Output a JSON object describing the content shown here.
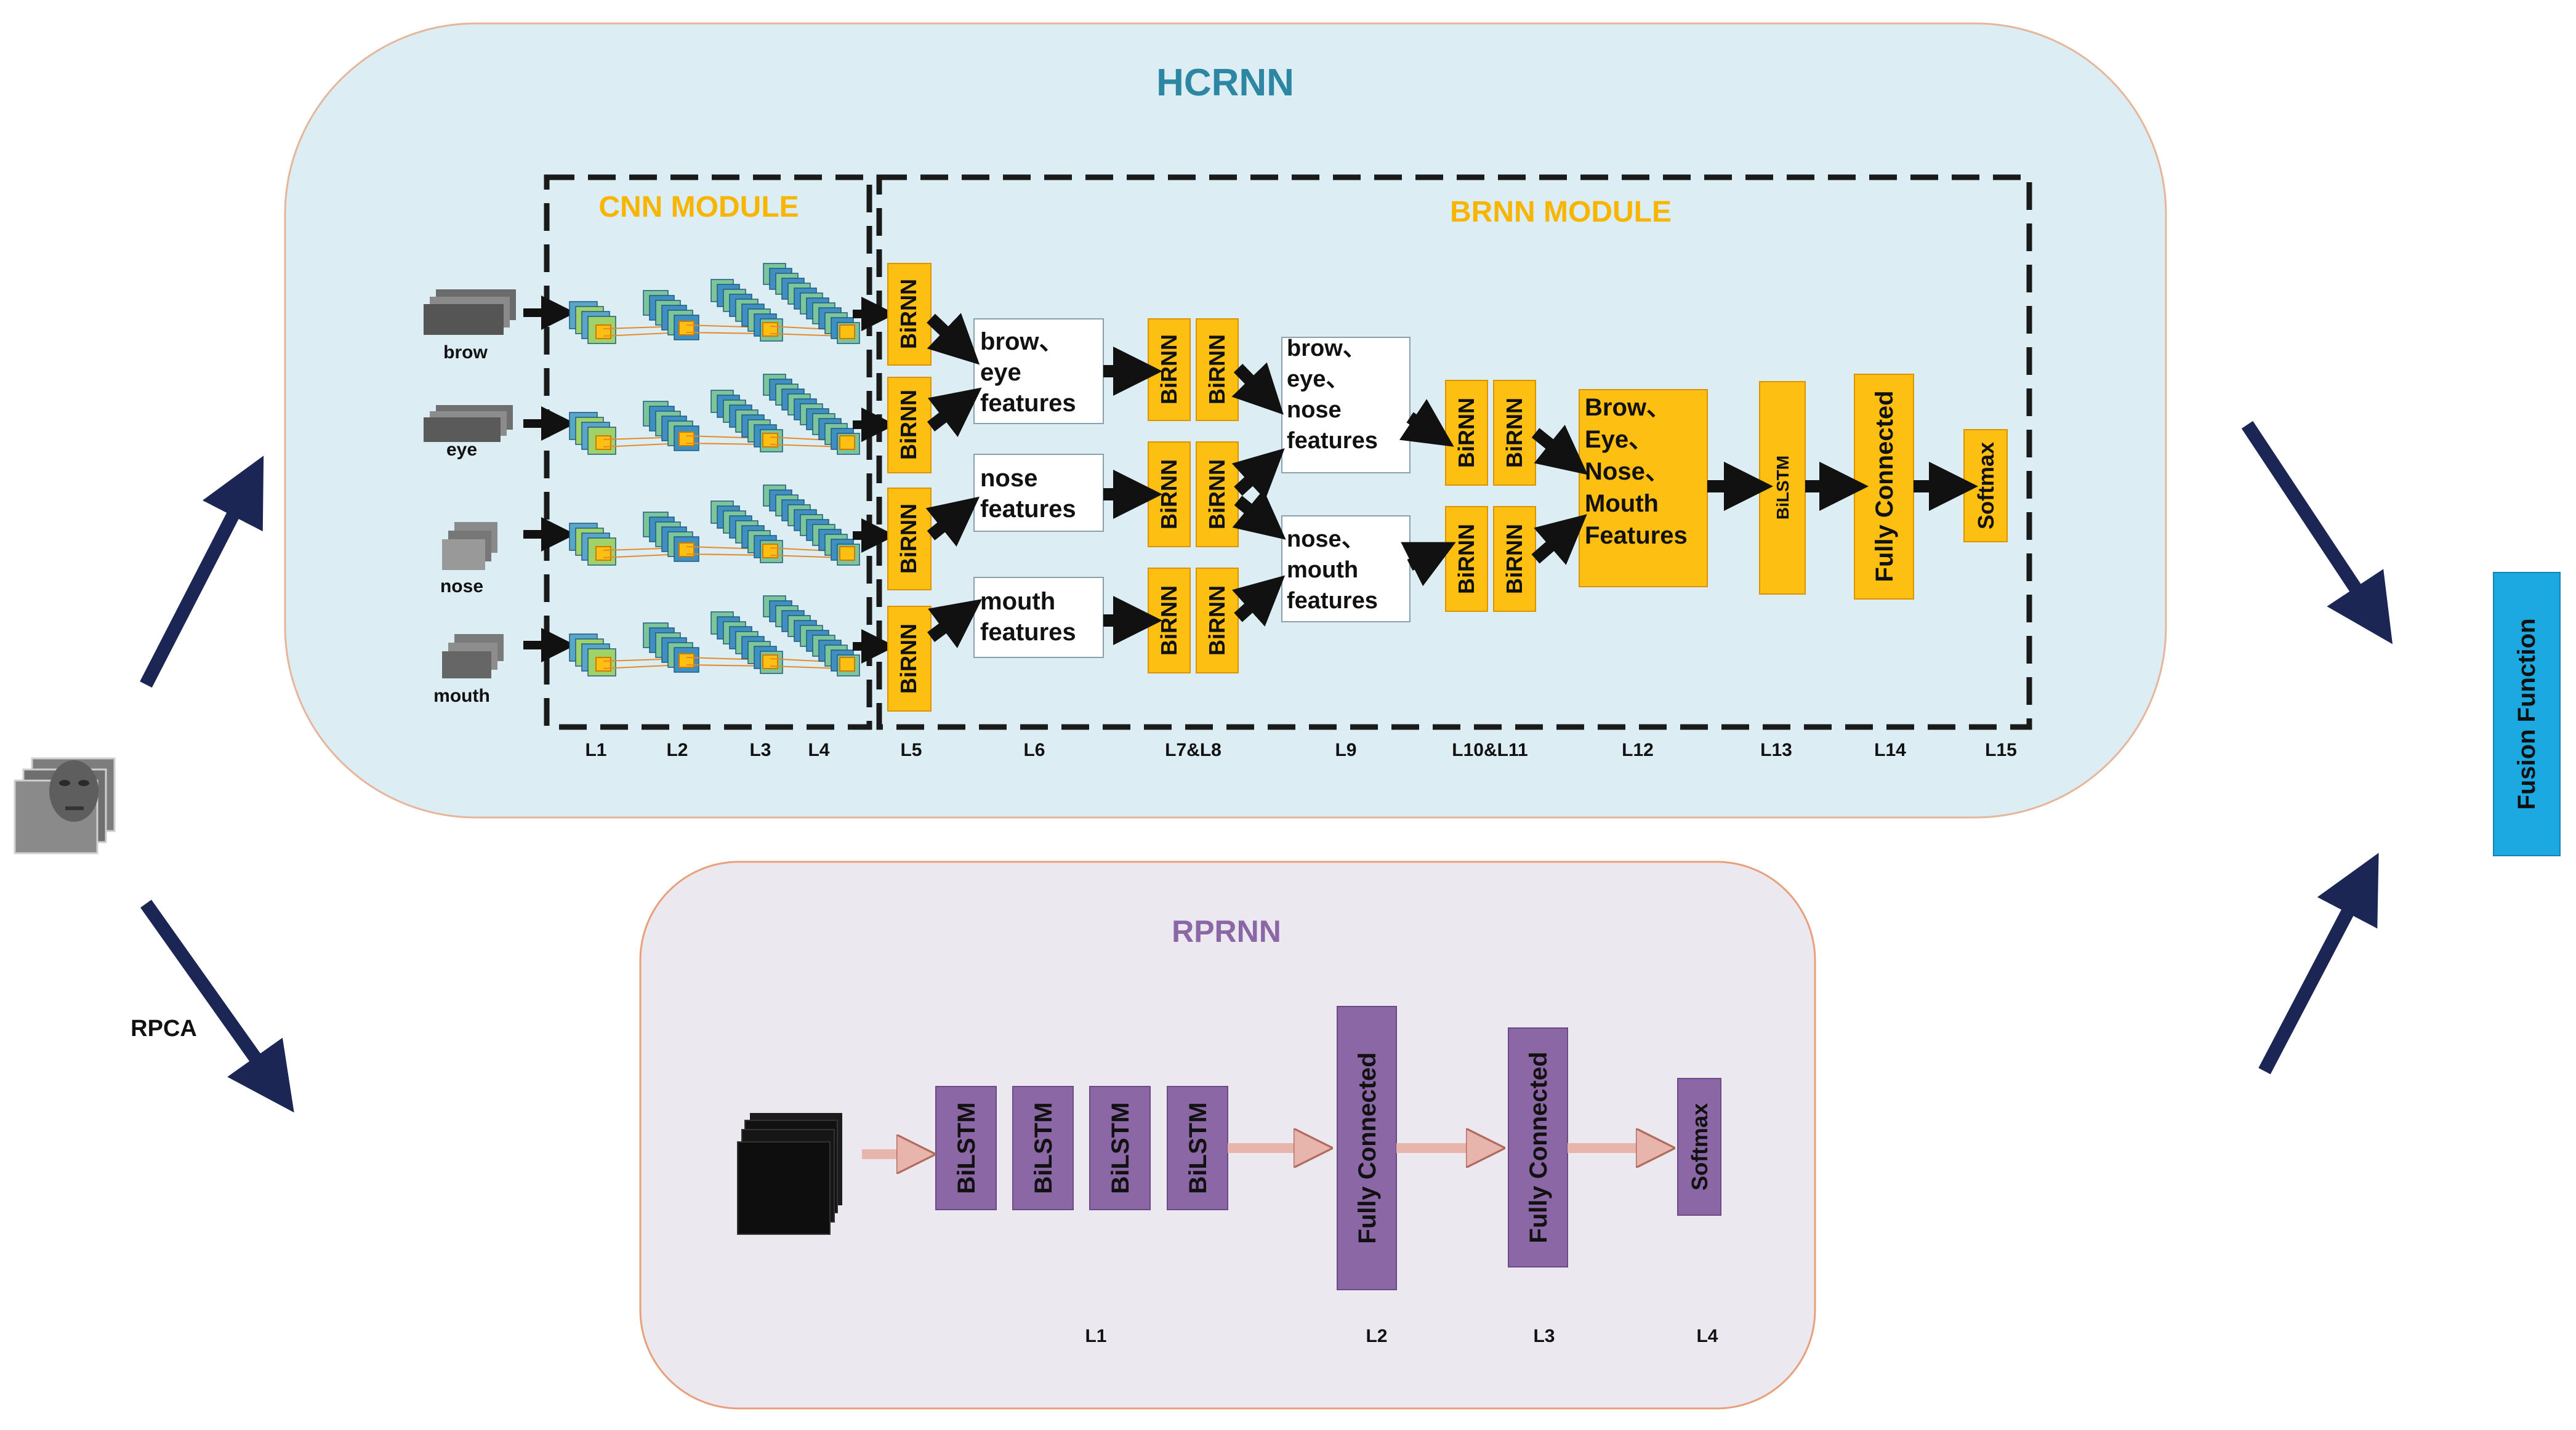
{
  "hcrnn": {
    "title": "HCRNN",
    "cnn_module_title": "CNN MODULE",
    "brnn_module_title": "BRNN MODULE",
    "inputs": [
      "brow",
      "eye",
      "nose",
      "mouth"
    ],
    "birnn_label": "BiRNN",
    "feature_boxes": {
      "brow_eye": [
        "brow、",
        "eye",
        "features"
      ],
      "nose": [
        "nose",
        "features"
      ],
      "mouth": [
        "mouth",
        "features"
      ],
      "brow_eye_nose": [
        "brow、",
        "eye、",
        "nose",
        "features"
      ],
      "nose_mouth": [
        "nose、",
        "mouth",
        "features"
      ]
    },
    "combined_features": [
      "Brow、",
      "Eye、",
      "Nose、",
      "Mouth",
      "Features"
    ],
    "bilstm_label": "BiLSTM",
    "fc_label": "Fully Connected",
    "softmax_label": "Softmax",
    "layer_labels": [
      "L1",
      "L2",
      "L3",
      "L4",
      "L5",
      "L6",
      "L7&L8",
      "L9",
      "L10&L11",
      "L12",
      "L13",
      "L14",
      "L15"
    ]
  },
  "rprnn": {
    "title": "RPRNN",
    "bilstm_label": "BiLSTM",
    "fc_label": "Fully Connected",
    "softmax_label": "Softmax",
    "layer_labels": [
      "L1",
      "L2",
      "L3",
      "L4"
    ]
  },
  "rpca_label": "RPCA",
  "fusion_label": "Fusion Function",
  "colors": {
    "hcrnn_bg": "#dcedf3",
    "rprnn_bg": "#ece8f0",
    "hcrnn_title": "#2d86a2",
    "module_title": "#f7b500",
    "orange_block": "#fcbf12",
    "purple_block": "#8b67a6",
    "fusion_block": "#1ca9e1",
    "dark_arrow": "#1c2655"
  }
}
